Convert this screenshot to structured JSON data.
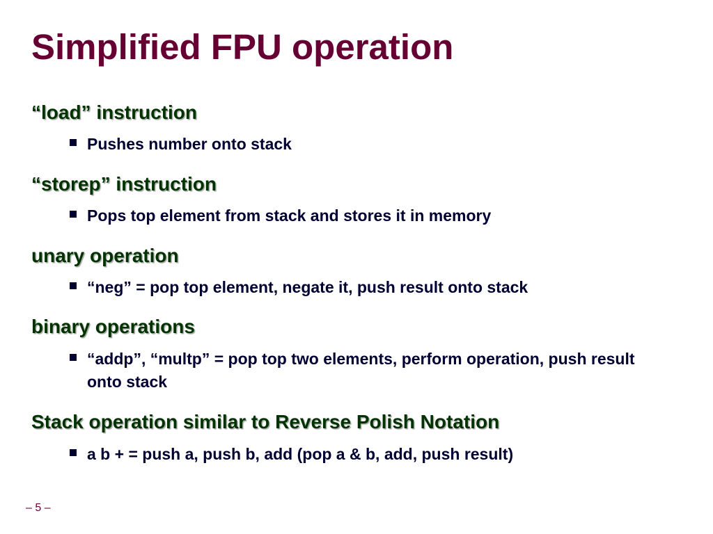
{
  "slide": {
    "title": "Simplified FPU operation",
    "sections": [
      {
        "heading": "“load” instruction",
        "bullets": [
          "Pushes number onto stack"
        ]
      },
      {
        "heading": "“storep” instruction",
        "bullets": [
          "Pops top element from stack and stores it in memory"
        ]
      },
      {
        "heading": "unary operation",
        "bullets": [
          "“neg” = pop top element, negate it, push result onto stack"
        ]
      },
      {
        "heading": "binary operations",
        "bullets": [
          "“addp”, “multp” = pop top two elements, perform operation, push result onto stack"
        ]
      },
      {
        "heading": "Stack operation similar to Reverse Polish Notation",
        "bullets": [
          "a b + = push a, push b, add (pop a & b, add, push result)"
        ]
      }
    ],
    "page_number": "– 5 –"
  },
  "colors": {
    "title": "#660033",
    "heading": "#003300",
    "bullet_text": "#000033",
    "page_number": "#660033",
    "background": "#ffffff"
  }
}
